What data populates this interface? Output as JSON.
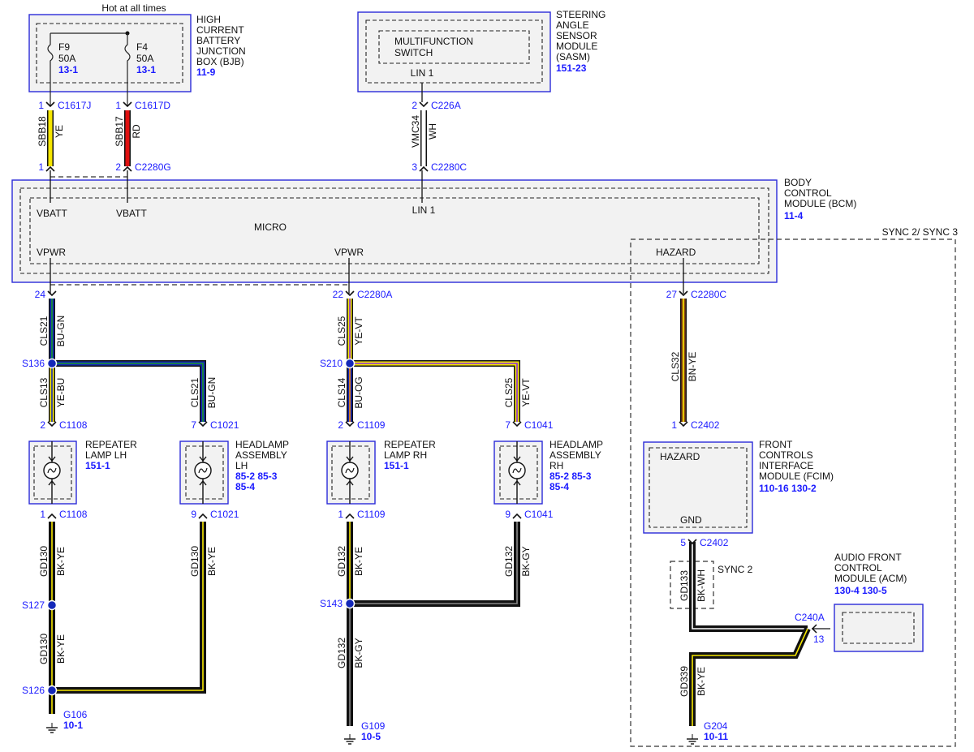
{
  "header": {
    "hot_label": "Hot at all times"
  },
  "bjb": {
    "name_lines": [
      "HIGH",
      "CURRENT",
      "BATTERY",
      "JUNCTION",
      "BOX (BJB)"
    ],
    "ref": "11-9",
    "fuses": [
      {
        "name": "F9",
        "rating": "50A",
        "ref": "13-1"
      },
      {
        "name": "F4",
        "rating": "50A",
        "ref": "13-1"
      }
    ]
  },
  "sasm": {
    "name_lines": [
      "STEERING",
      "ANGLE",
      "SENSOR",
      "MODULE",
      "(SASM)"
    ],
    "ref": "151-23",
    "inner_lines": [
      "MULTIFUNCTION",
      "SWITCH"
    ],
    "pin_label": "LIN 1"
  },
  "bcm": {
    "name_lines": [
      "BODY",
      "CONTROL",
      "MODULE (BCM)"
    ],
    "ref": "11-4",
    "micro": "MICRO",
    "pins": {
      "vbatt1": "VBATT",
      "vbatt2": "VBATT",
      "lin": "LIN 1",
      "vpwr1": "VPWR",
      "vpwr2": "VPWR",
      "hazard": "HAZARD"
    }
  },
  "sync_label": "SYNC 2/ SYNC 3",
  "sync2_label": "SYNC 2",
  "fcim": {
    "name_lines": [
      "FRONT",
      "CONTROLS",
      "INTERFACE",
      "MODULE (FCIM)"
    ],
    "ref": "110-16  130-2",
    "hazard": "HAZARD",
    "gnd": "GND"
  },
  "acm": {
    "name_lines": [
      "AUDIO FRONT",
      "CONTROL",
      "MODULE (ACM)"
    ],
    "ref": "130-4  130-5",
    "connector": "C240A",
    "pin": "13"
  },
  "connectors": {
    "c1617j": {
      "pin": "1",
      "name": "C1617J"
    },
    "c1617d": {
      "pin": "1",
      "name": "C1617D"
    },
    "c226a": {
      "pin": "2",
      "name": "C226A"
    },
    "bcm_in1": {
      "pin": "1",
      "name": ""
    },
    "bcm_in2": {
      "pin": "2",
      "name": "C2280G"
    },
    "bcm_in3": {
      "pin": "3",
      "name": "C2280C"
    },
    "bcm_out24": {
      "pin": "24",
      "name": ""
    },
    "bcm_out22": {
      "pin": "22",
      "name": "C2280A"
    },
    "bcm_out27": {
      "pin": "27",
      "name": "C2280C"
    },
    "lh_rep_top": {
      "pin": "2",
      "name": "C1108"
    },
    "lh_head_top": {
      "pin": "7",
      "name": "C1021"
    },
    "rh_rep_top": {
      "pin": "2",
      "name": "C1109"
    },
    "rh_head_top": {
      "pin": "7",
      "name": "C1041"
    },
    "fcim_top": {
      "pin": "1",
      "name": "C2402"
    },
    "lh_rep_bot": {
      "pin": "1",
      "name": "C1108"
    },
    "lh_head_bot": {
      "pin": "9",
      "name": "C1021"
    },
    "rh_rep_bot": {
      "pin": "1",
      "name": "C1109"
    },
    "rh_head_bot": {
      "pin": "9",
      "name": "C1041"
    },
    "fcim_bot": {
      "pin": "5",
      "name": "C2402"
    }
  },
  "wires": [
    {
      "id": "w-sbb18",
      "circuit": "SBB18",
      "color": "YE"
    },
    {
      "id": "w-sbb17",
      "circuit": "SBB17",
      "color": "RD"
    },
    {
      "id": "w-vmc34",
      "circuit": "VMC34",
      "color": "WH"
    },
    {
      "id": "w-cls21a",
      "circuit": "CLS21",
      "color": "BU-GN"
    },
    {
      "id": "w-cls13",
      "circuit": "CLS13",
      "color": "YE-BU"
    },
    {
      "id": "w-cls21b",
      "circuit": "CLS21",
      "color": "BU-GN"
    },
    {
      "id": "w-cls25a",
      "circuit": "CLS25",
      "color": "YE-VT"
    },
    {
      "id": "w-cls14",
      "circuit": "CLS14",
      "color": "BU-OG"
    },
    {
      "id": "w-cls25b",
      "circuit": "CLS25",
      "color": "YE-VT"
    },
    {
      "id": "w-cls32",
      "circuit": "CLS32",
      "color": "BN-YE"
    },
    {
      "id": "w-gd130a",
      "circuit": "GD130",
      "color": "BK-YE"
    },
    {
      "id": "w-gd130b",
      "circuit": "GD130",
      "color": "BK-YE"
    },
    {
      "id": "w-gd130c",
      "circuit": "GD130",
      "color": "BK-YE"
    },
    {
      "id": "w-gd132a",
      "circuit": "GD132",
      "color": "BK-YE"
    },
    {
      "id": "w-gd132b",
      "circuit": "GD132",
      "color": "BK-GY"
    },
    {
      "id": "w-gd132c",
      "circuit": "GD132",
      "color": "BK-GY"
    },
    {
      "id": "w-gd133",
      "circuit": "GD133",
      "color": "BK-WH"
    },
    {
      "id": "w-gd339",
      "circuit": "GD339",
      "color": "BK-YE"
    }
  ],
  "splices": {
    "s136": "S136",
    "s210": "S210",
    "s127": "S127",
    "s126": "S126",
    "s143": "S143"
  },
  "lamps": {
    "rep_lh": {
      "name_lines": [
        "REPEATER",
        "LAMP LH"
      ],
      "ref": "151-1"
    },
    "head_lh": {
      "name_lines": [
        "HEADLAMP",
        "ASSEMBLY",
        "LH"
      ],
      "refs": [
        "85-2  85-3",
        "85-4"
      ]
    },
    "rep_rh": {
      "name_lines": [
        "REPEATER",
        "LAMP RH"
      ],
      "ref": "151-1"
    },
    "head_rh": {
      "name_lines": [
        "HEADLAMP",
        "ASSEMBLY",
        "RH"
      ],
      "refs": [
        "85-2  85-3",
        "85-4"
      ]
    }
  },
  "grounds": {
    "g106": {
      "name": "G106",
      "ref": "10-1"
    },
    "g109": {
      "name": "G109",
      "ref": "10-5"
    },
    "g204": {
      "name": "G204",
      "ref": "10-11"
    }
  },
  "colors": {
    "module_border": "#2a2ad8",
    "ref_text": "#1a1aff",
    "YE": "#f5e600",
    "RD": "#e01010",
    "WH": "#ffffff",
    "BU": "#1428b8",
    "BK": "#111111",
    "BN": "#8b4513",
    "GN": "#1a9a2a",
    "OG": "#ff8c00",
    "VT": "#8a2be2",
    "GY": "#888888"
  }
}
